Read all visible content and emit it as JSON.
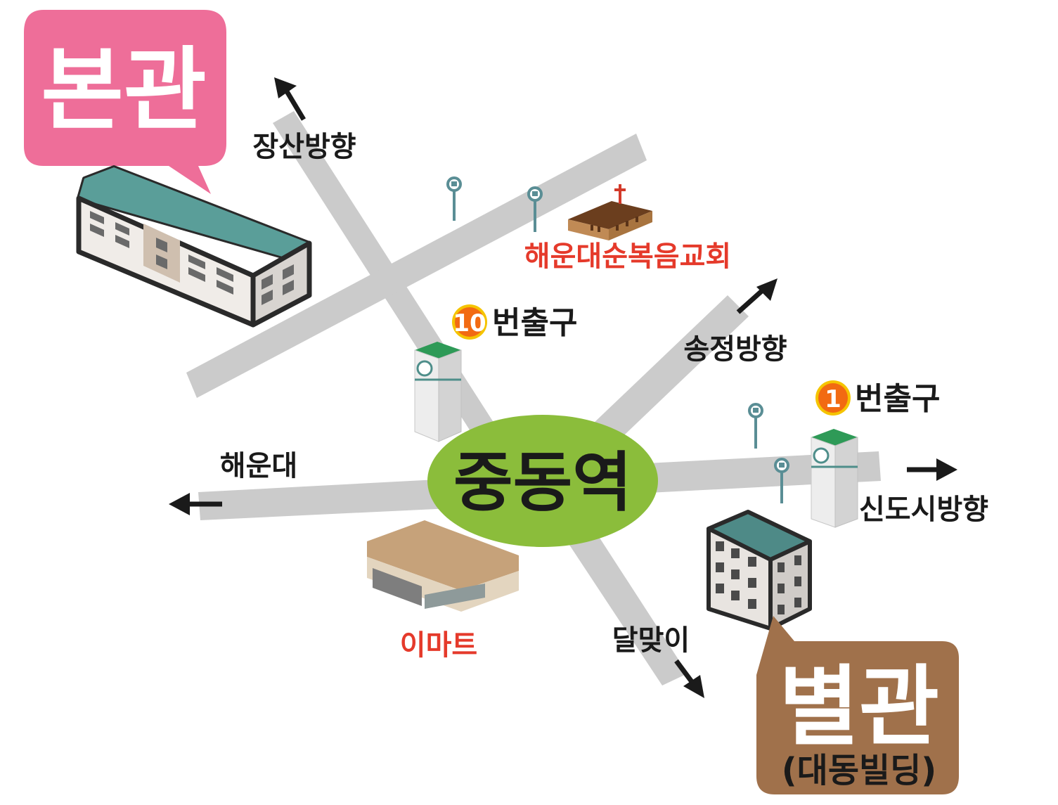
{
  "main_building": {
    "title": "본관",
    "color": "#EE6E99"
  },
  "annex_building": {
    "title": "별관",
    "subtitle": "(대동빌딩)",
    "color": "#A0714B"
  },
  "station": {
    "name": "중동역",
    "color": "#8BBD3B"
  },
  "exits": [
    {
      "number": "10",
      "label": "번출구"
    },
    {
      "number": "1",
      "label": "번출구"
    }
  ],
  "directions": {
    "jangsan": "장산방향",
    "songjeong": "송정방향",
    "haeundae": "해운대",
    "sindosi": "신도시방향",
    "dalmaji": "달맞이"
  },
  "landmarks": {
    "church": "해운대순복음교회",
    "emart": "이마트"
  },
  "colors": {
    "road": "#CBCBCB",
    "landmark_text": "#E53A2B",
    "exit_badge": "#F26A12",
    "exit_badge_outline": "#F5C400",
    "text": "#1A1A1A"
  },
  "icons": [
    "bus-stop-icon",
    "arrow-icon",
    "church-icon",
    "building-icon",
    "subway-exit-icon"
  ]
}
